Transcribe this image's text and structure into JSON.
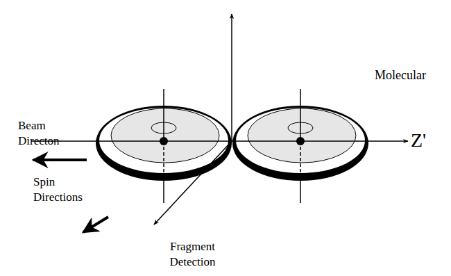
{
  "diagram": {
    "labels": [
      "Beam Directon",
      "Molecular",
      "Z'",
      "Spin Directions",
      "Fragment Detection"
    ]
  }
}
